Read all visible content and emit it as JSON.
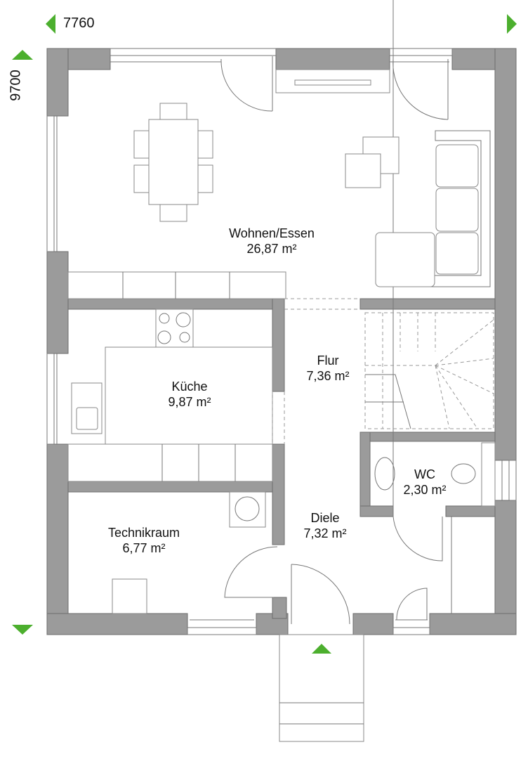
{
  "dimensions": {
    "width": "7760",
    "depth": "9700"
  },
  "colors": {
    "accent": "#4caf2e",
    "wall": "#9b9b9b"
  },
  "rooms": [
    {
      "name": "Wohnen/Essen",
      "area": "26,87 m²"
    },
    {
      "name": "Küche",
      "area": "9,87 m²"
    },
    {
      "name": "Flur",
      "area": "7,36 m²"
    },
    {
      "name": "WC",
      "area": "2,30 m²"
    },
    {
      "name": "Technikraum",
      "area": "6,77 m²"
    },
    {
      "name": "Diele",
      "area": "7,32 m²"
    }
  ],
  "icons": [
    "arrow-left-icon",
    "arrow-right-icon",
    "arrow-up-icon",
    "arrow-down-icon",
    "entrance-arrow-icon"
  ]
}
